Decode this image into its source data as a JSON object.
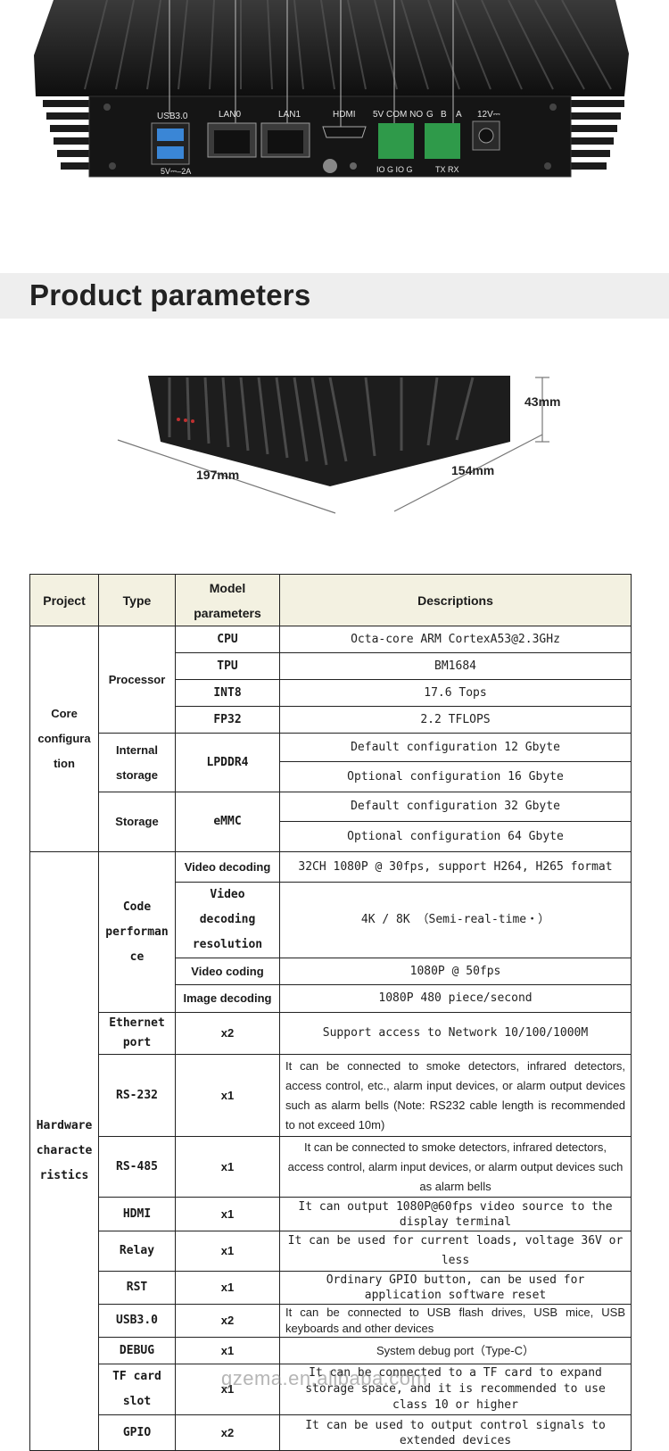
{
  "device_ports": {
    "usb": "USB3.0",
    "usb_power": "5V⎓‒2A",
    "lan0": "LAN0",
    "lan1": "LAN1",
    "hdmi": "HDMI",
    "term_top": "5V COM NO",
    "term_g": "G",
    "term_b": "B",
    "term_a": "A",
    "power": "12V⎓",
    "term_bottom_left": "IO  G  IO  G",
    "term_bottom_right": "TX  RX"
  },
  "section_title": "Product parameters",
  "dimensions": {
    "height": "43mm",
    "width": "197mm",
    "depth": "154mm"
  },
  "table": {
    "headers": {
      "project": "Project",
      "type": "Type",
      "model": "Model parameters",
      "desc": "Descriptions"
    },
    "core": {
      "project": "Core configura tion",
      "processor": "Processor",
      "cpu": {
        "label": "CPU",
        "desc": "Octa-core ARM CortexA53@2.3GHz"
      },
      "tpu": {
        "label": "TPU",
        "desc": "BM1684"
      },
      "int8": {
        "label": "INT8",
        "desc": "17.6 Tops"
      },
      "fp32": {
        "label": "FP32",
        "desc": "2.2 TFLOPS"
      },
      "internal_storage": "Internal storage",
      "lpddr4": "LPDDR4",
      "lpddr4_default": "Default configuration 12 Gbyte",
      "lpddr4_optional": "Optional configuration 16 Gbyte",
      "storage": "Storage",
      "emmc": "eMMC",
      "emmc_default": "Default configuration 32 Gbyte",
      "emmc_optional": "Optional configuration 64 Gbyte"
    },
    "hardware": {
      "project": "Hardware characte ristics",
      "codec": "Code performan ce",
      "video_decoding": {
        "label": "Video decoding",
        "desc": "32CH 1080P @ 30fps, support H264, H265 format"
      },
      "video_decoding_res": {
        "label": "Video decoding resolution",
        "desc": "4K / 8K （Semi-real-time・）"
      },
      "video_coding": {
        "label": "Video coding",
        "desc": "1080P @ 50fps"
      },
      "image_decoding": {
        "label": "Image decoding",
        "desc": "1080P 480 piece/second"
      },
      "ethernet": {
        "type": "Ethernet port",
        "model": "x2",
        "desc": "Support access to Network 10/100/1000M"
      },
      "rs232": {
        "type": "RS-232",
        "model": "x1",
        "desc": "It can be connected to smoke detectors, infrared detectors, access control, etc., alarm input devices, or alarm output devices such as alarm bells (Note: RS232 cable length is recommended to not exceed 10m)"
      },
      "rs485": {
        "type": "RS-485",
        "model": "x1",
        "desc": "It can be connected to smoke detectors, infrared detectors, access control, alarm input devices, or alarm output devices such as alarm bells"
      },
      "hdmi": {
        "type": "HDMI",
        "model": "x1",
        "desc": "It can output 1080P@60fps video source to the display terminal"
      },
      "relay": {
        "type": "Relay",
        "model": "x1",
        "desc": "It can be used for current loads, voltage 36V or less"
      },
      "rst": {
        "type": "RST",
        "model": "x1",
        "desc": "Ordinary GPIO button, can be used for application software reset"
      },
      "usb3": {
        "type": "USB3.0",
        "model": "x2",
        "desc": "It can be connected to USB flash drives, USB mice, USB keyboards and other devices"
      },
      "debug": {
        "type": "DEBUG",
        "model": "x1",
        "desc": "System debug port（Type-C）"
      },
      "tf": {
        "type": "TF card slot",
        "model": "x1",
        "desc": "It can be connected to a TF card to expand storage space, and it is recommended to use class 10 or higher"
      },
      "gpio": {
        "type": "GPIO",
        "model": "x2",
        "desc": "It can be used to output control signals to extended devices"
      }
    }
  },
  "watermark": "gzema.en.alibaba.com"
}
